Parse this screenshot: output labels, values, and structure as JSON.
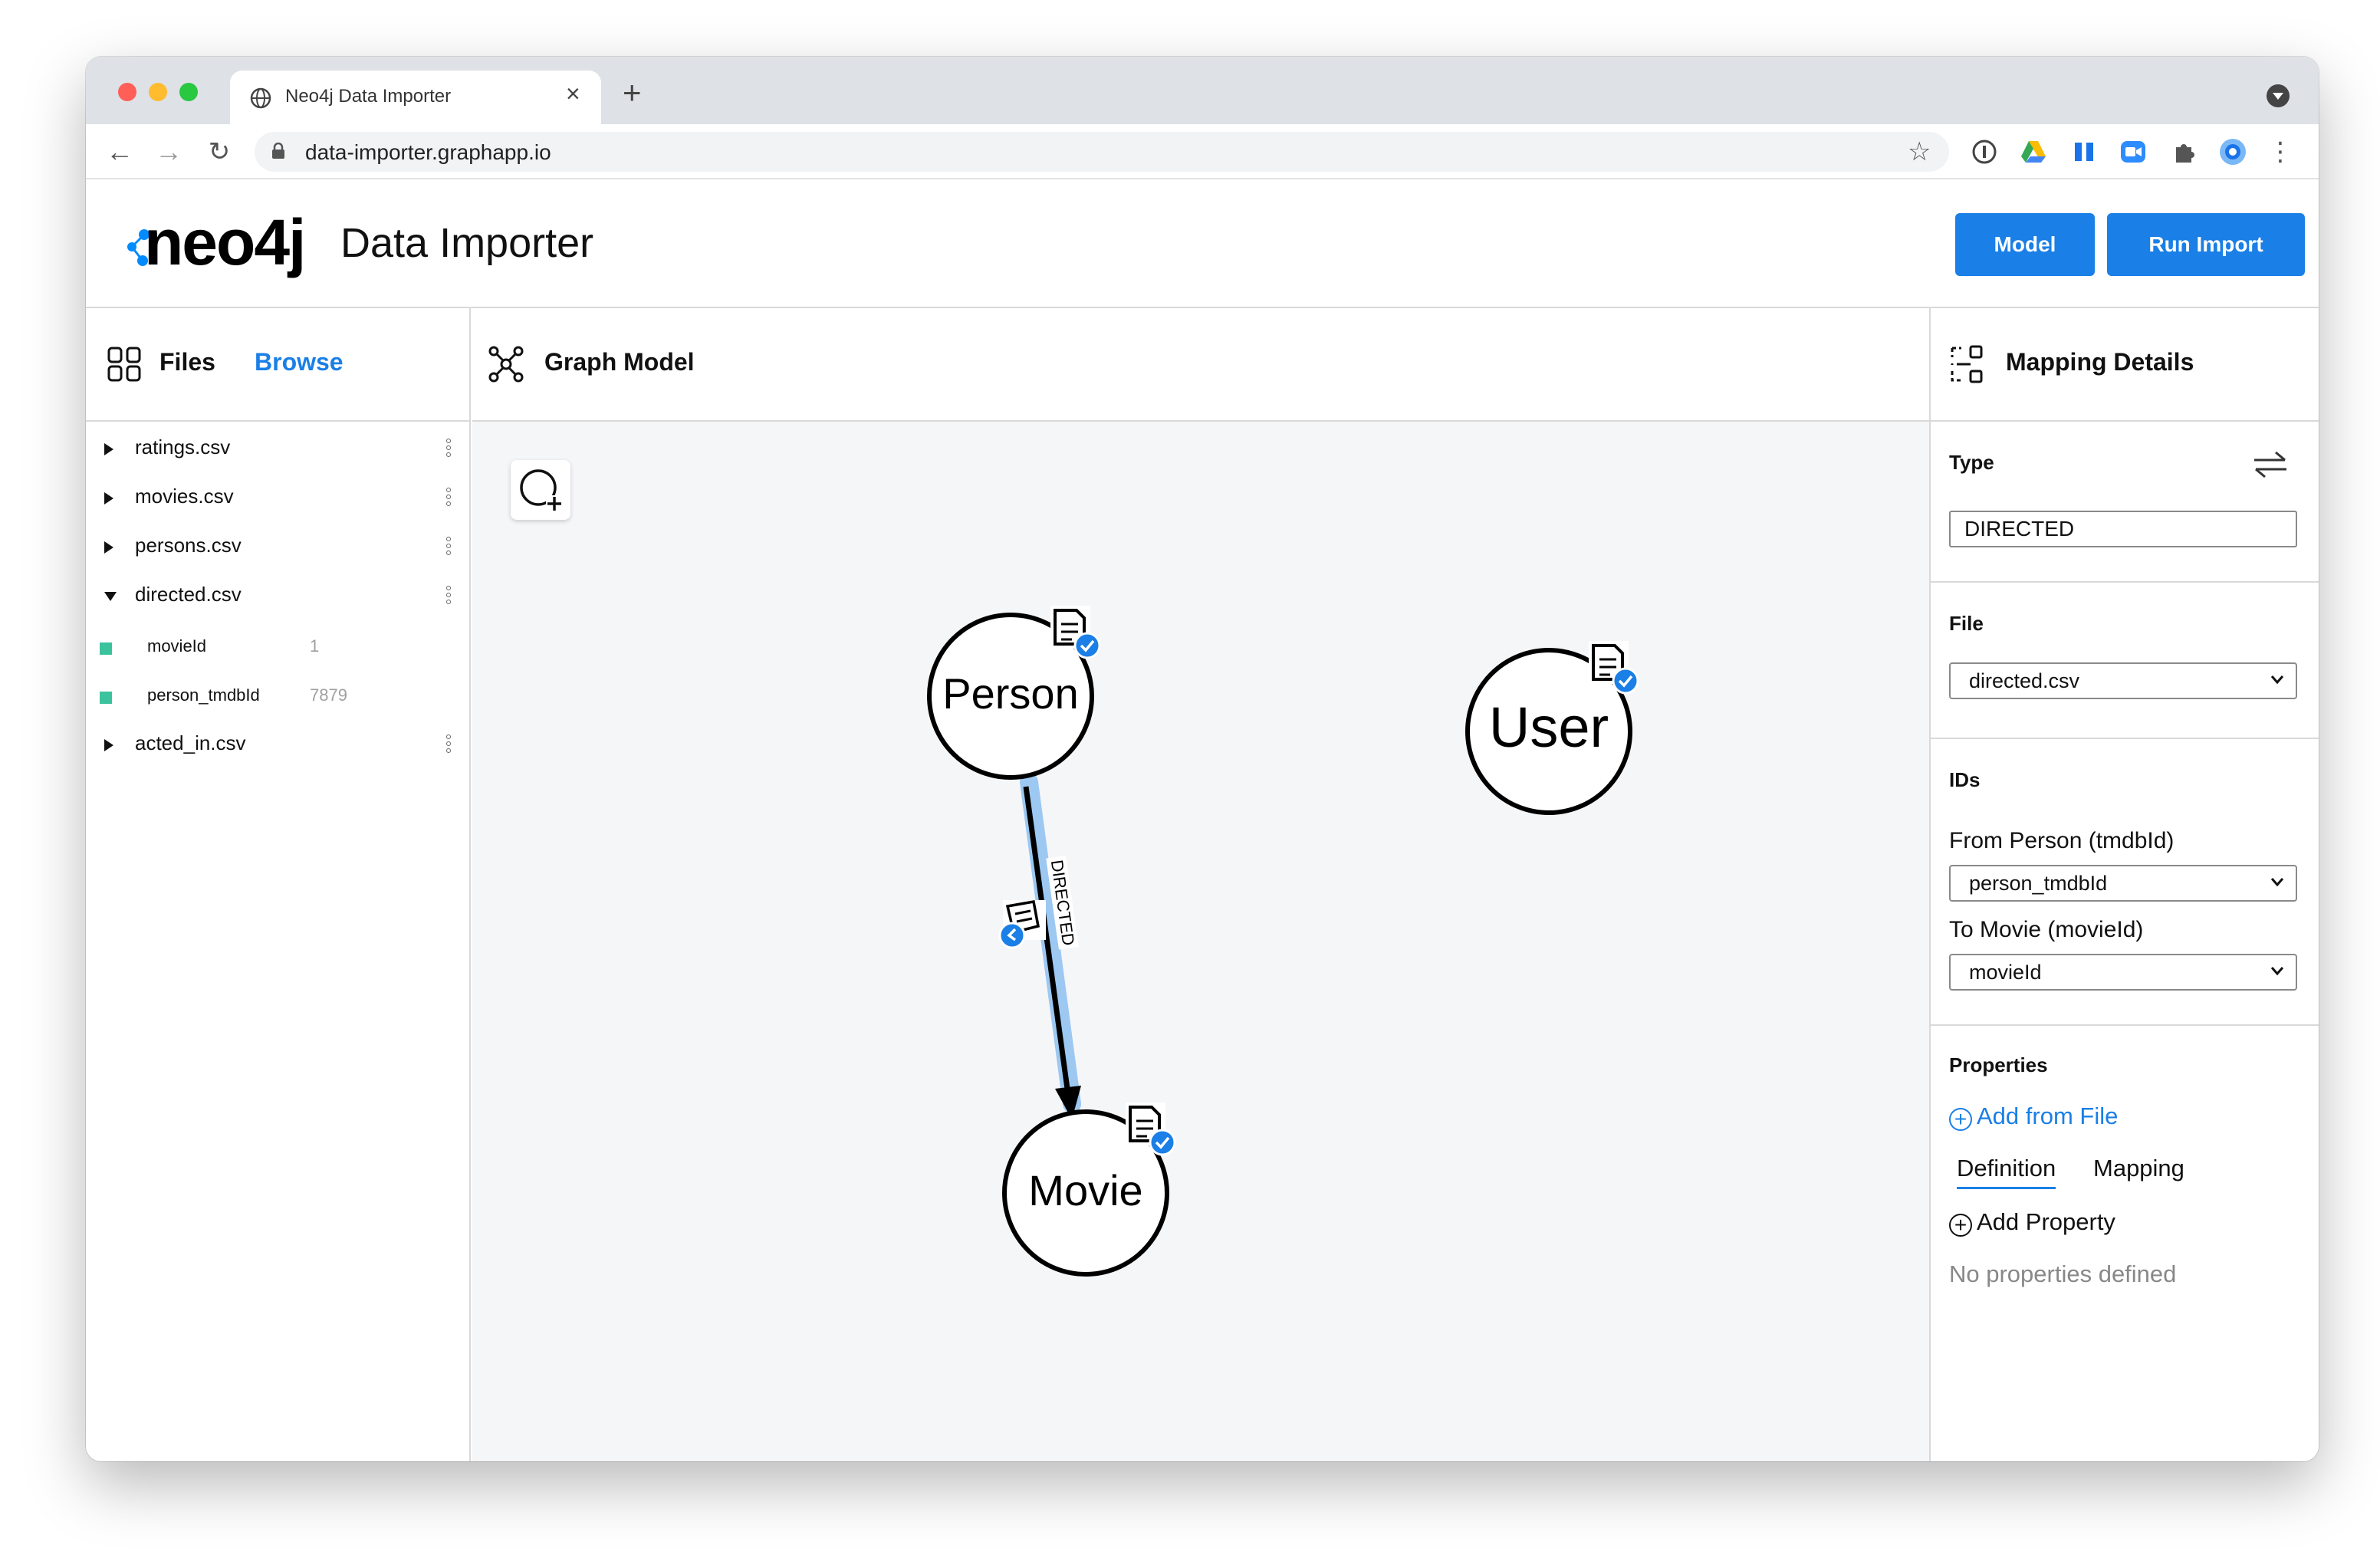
{
  "browser": {
    "tab_title": "Neo4j Data Importer",
    "tab_close": "×",
    "new_tab": "+",
    "url": "data-importer.graphapp.io"
  },
  "header": {
    "logo_text": "neo4j",
    "title": "Data Importer",
    "model_button": "Model",
    "run_import_button": "Run Import",
    "accent_color": "#1a7fe6"
  },
  "files_panel": {
    "title": "Files",
    "browse_label": "Browse",
    "files": [
      {
        "name": "ratings.csv",
        "expanded": false
      },
      {
        "name": "movies.csv",
        "expanded": false
      },
      {
        "name": "persons.csv",
        "expanded": false
      },
      {
        "name": "directed.csv",
        "expanded": true
      },
      {
        "name": "acted_in.csv",
        "expanded": false
      }
    ],
    "columns": [
      {
        "name": "movieId",
        "sample": "1"
      },
      {
        "name": "person_tmdbId",
        "sample": "7879"
      }
    ]
  },
  "graph_panel": {
    "title": "Graph Model",
    "nodes": [
      {
        "label": "Person"
      },
      {
        "label": "User"
      },
      {
        "label": "Movie"
      }
    ],
    "relationships": [
      {
        "type": "DIRECTED",
        "from": "Person",
        "to": "Movie"
      }
    ]
  },
  "mapping_panel": {
    "title": "Mapping Details",
    "type_label": "Type",
    "type_value": "DIRECTED",
    "file_label": "File",
    "file_value": "directed.csv",
    "ids_label": "IDs",
    "from_label": "From Person (tmdbId)",
    "from_value": "person_tmdbId",
    "to_label": "To Movie (movieId)",
    "to_value": "movieId",
    "properties_label": "Properties",
    "add_from_file": "Add from File",
    "tab_definition": "Definition",
    "tab_mapping": "Mapping",
    "add_property": "Add Property",
    "empty_message": "No properties defined"
  }
}
